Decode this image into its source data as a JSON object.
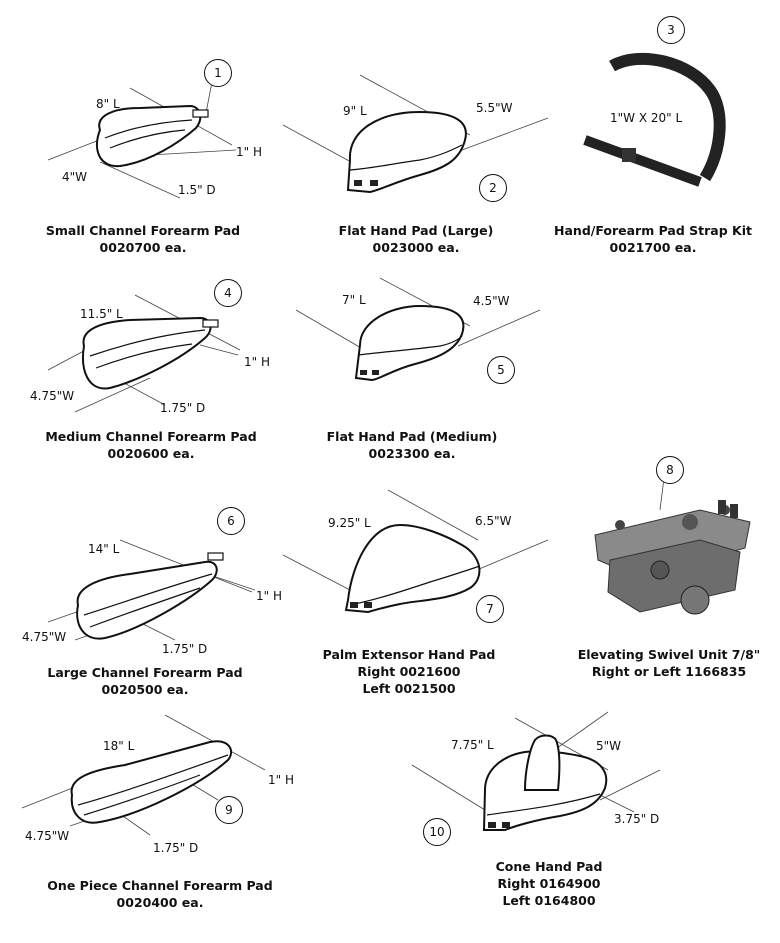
{
  "items": [
    {
      "num": "1",
      "name": "Small Channel Forearm Pad",
      "code": "0020700 ea.",
      "dims": [
        "8\" L",
        "1\" H",
        "4\"W",
        "1.5\" D"
      ]
    },
    {
      "num": "2",
      "name": "Flat Hand Pad (Large)",
      "code": "0023000 ea.",
      "dims": [
        "9\" L",
        "5.5\"W"
      ]
    },
    {
      "num": "3",
      "name": "Hand/Forearm Pad Strap Kit",
      "code": "0021700 ea.",
      "dims": [
        "1\"W X 20\" L"
      ]
    },
    {
      "num": "4",
      "name": "Medium Channel Forearm Pad",
      "code": "0020600 ea.",
      "dims": [
        "11.5\" L",
        "1\" H",
        "4.75\"W",
        "1.75\" D"
      ]
    },
    {
      "num": "5",
      "name": "Flat Hand Pad (Medium)",
      "code": "0023300 ea.",
      "dims": [
        "7\" L",
        "4.5\"W"
      ]
    },
    {
      "num": "6",
      "name": "Large Channel Forearm Pad",
      "code": "0020500 ea.",
      "dims": [
        "14\" L",
        "1\" H",
        "4.75\"W",
        "1.75\" D"
      ]
    },
    {
      "num": "7",
      "name": "Palm Extensor Hand Pad",
      "code": "Right 0021600",
      "code2": "Left 0021500",
      "dims": [
        "9.25\" L",
        "6.5\"W"
      ]
    },
    {
      "num": "8",
      "name": "Elevating Swivel Unit 7/8\"",
      "code": "Right or Left 1166835",
      "dims": []
    },
    {
      "num": "9",
      "name": "One Piece Channel Forearm Pad",
      "code": "0020400 ea.",
      "dims": [
        "18\" L",
        "1\" H",
        "4.75\"W",
        "1.75\" D"
      ]
    },
    {
      "num": "10",
      "name": "Cone Hand Pad",
      "code": "Right 0164900",
      "code2": "Left 0164800",
      "dims": [
        "7.75\" L",
        "5\"W",
        "3.75\" D"
      ]
    }
  ]
}
